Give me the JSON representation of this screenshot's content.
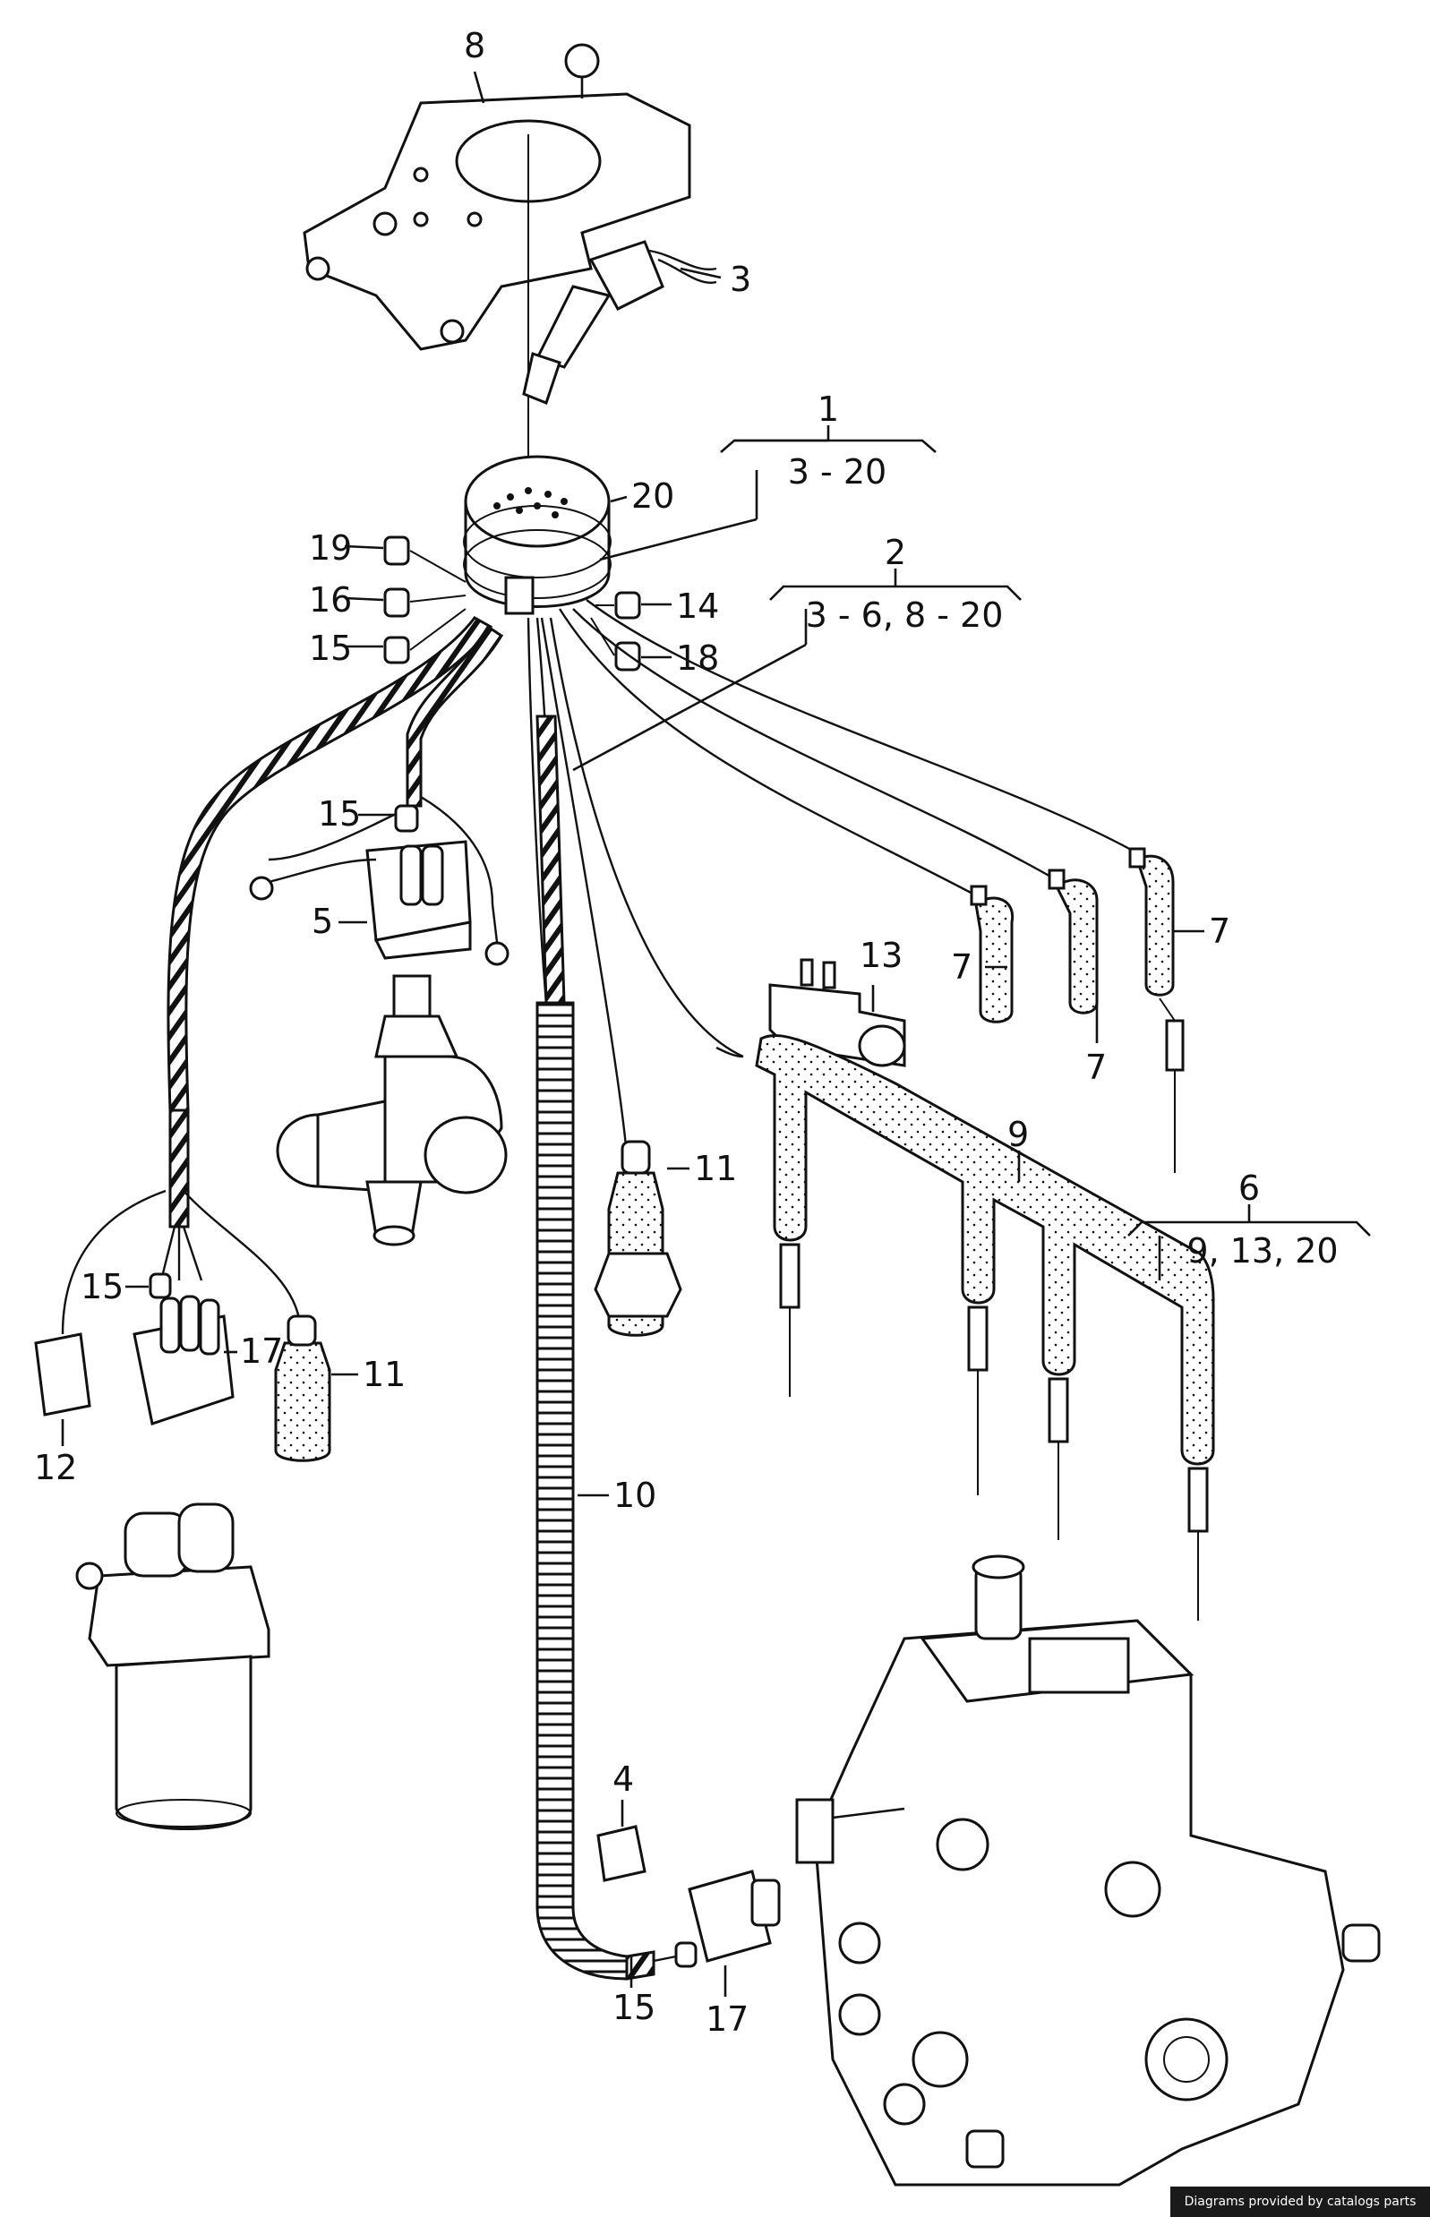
{
  "callouts": [
    {
      "id": "c8",
      "text": "8"
    },
    {
      "id": "c3",
      "text": "3"
    },
    {
      "id": "c20",
      "text": "20"
    },
    {
      "id": "c19",
      "text": "19"
    },
    {
      "id": "c16",
      "text": "16"
    },
    {
      "id": "c15a",
      "text": "15"
    },
    {
      "id": "c14",
      "text": "14"
    },
    {
      "id": "c18",
      "text": "18"
    },
    {
      "id": "c15b",
      "text": "15"
    },
    {
      "id": "c5",
      "text": "5"
    },
    {
      "id": "c13",
      "text": "13"
    },
    {
      "id": "c7a",
      "text": "7"
    },
    {
      "id": "c7b",
      "text": "7"
    },
    {
      "id": "c7c",
      "text": "7"
    },
    {
      "id": "c11a",
      "text": "11"
    },
    {
      "id": "c9",
      "text": "9"
    },
    {
      "id": "c15c",
      "text": "15"
    },
    {
      "id": "c17a",
      "text": "17"
    },
    {
      "id": "c11b",
      "text": "11"
    },
    {
      "id": "c12",
      "text": "12"
    },
    {
      "id": "c10",
      "text": "10"
    },
    {
      "id": "c4",
      "text": "4"
    },
    {
      "id": "c15d",
      "text": "15"
    },
    {
      "id": "c17b",
      "text": "17"
    }
  ],
  "groups": [
    {
      "id": "g1",
      "number": "1",
      "range": "3 - 20"
    },
    {
      "id": "g2",
      "number": "2",
      "range": "3 - 6, 8 - 20"
    },
    {
      "id": "g6",
      "number": "6",
      "range": "9,  13,  20"
    }
  ],
  "footer": {
    "credit": "Diagrams provided by catalogs parts"
  }
}
